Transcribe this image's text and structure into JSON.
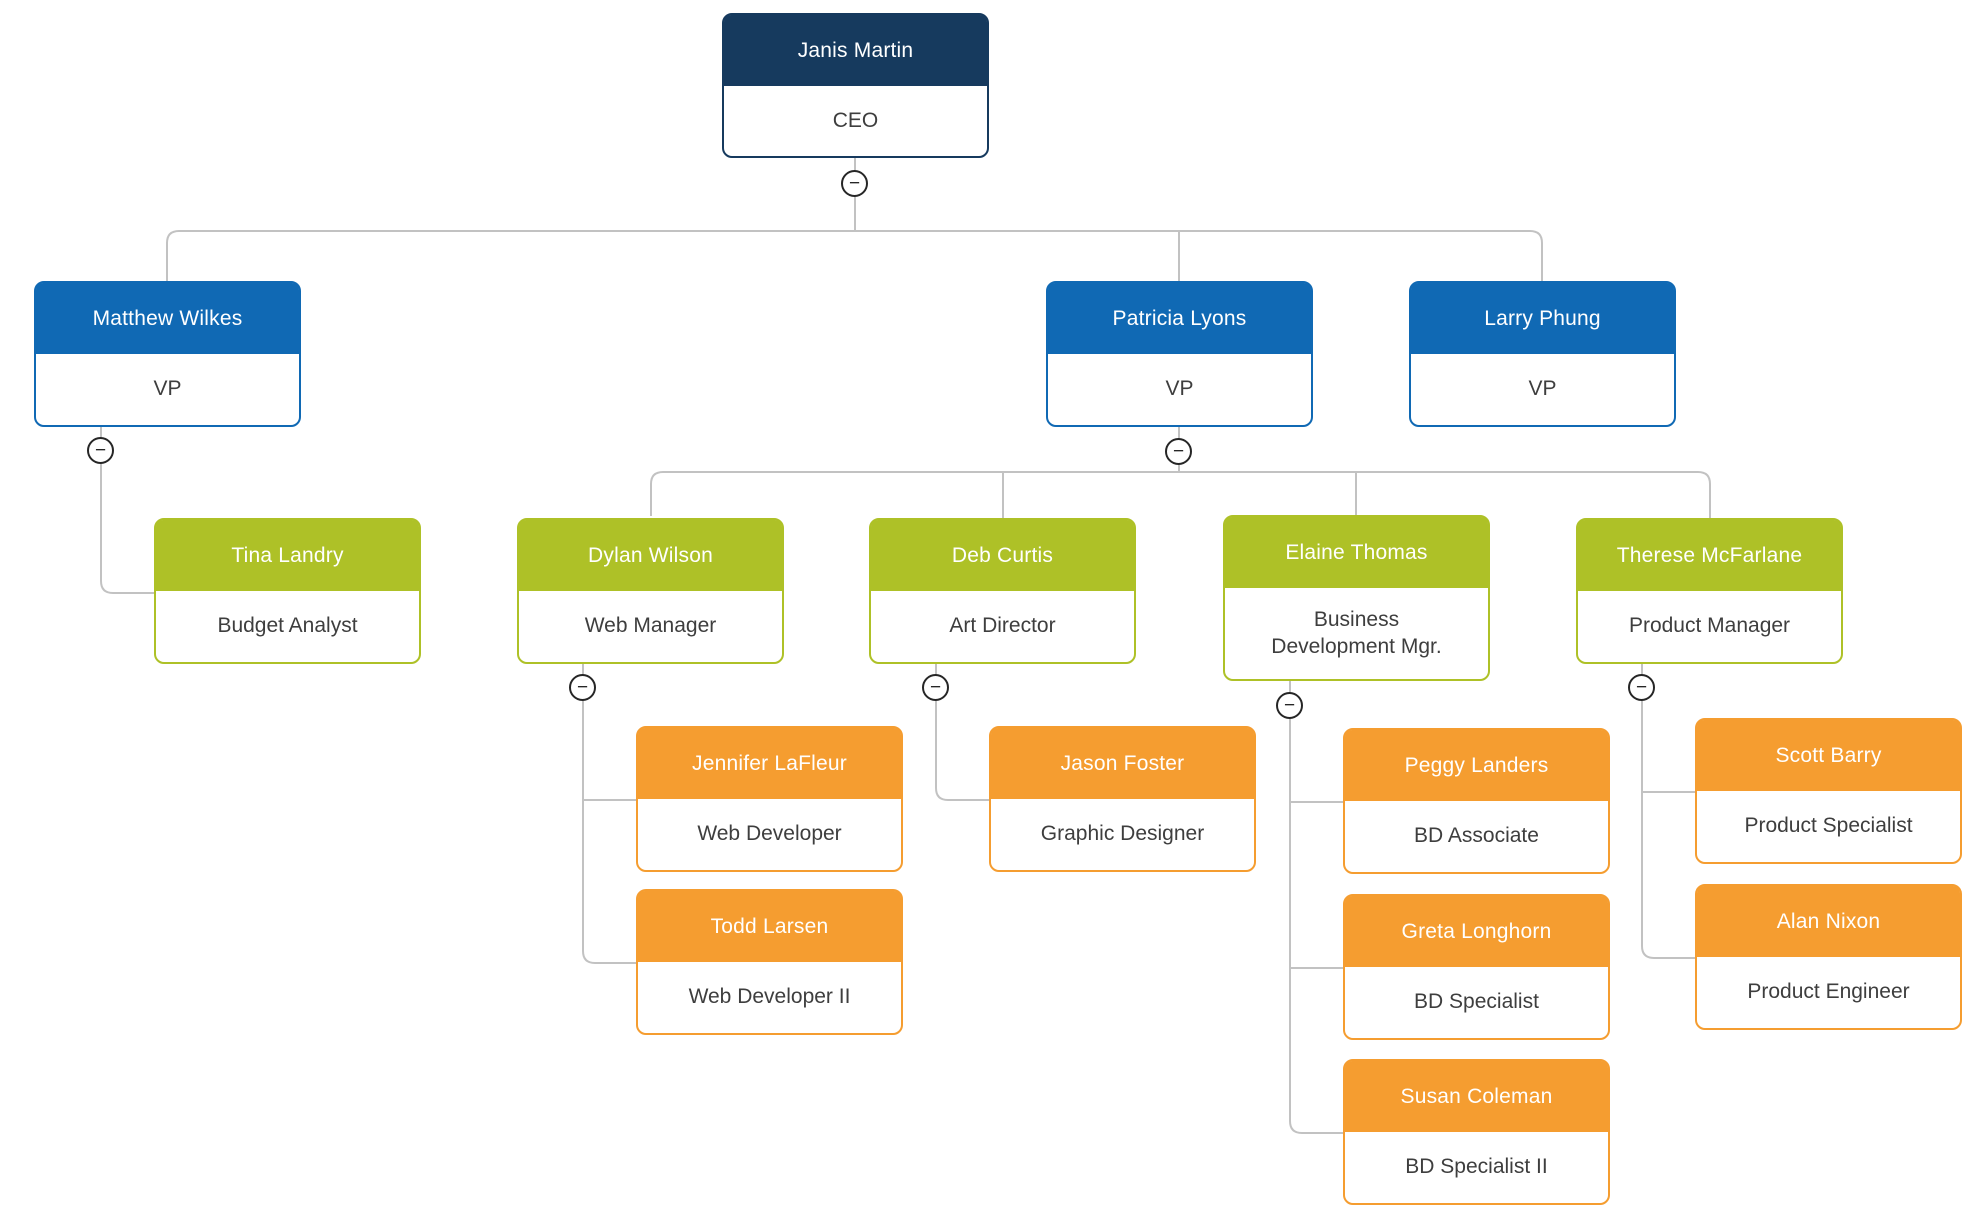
{
  "colors": {
    "level1_header": "#163a5e",
    "level2_header": "#1069b4",
    "level3_header": "#aec127",
    "level4_header": "#f59d30",
    "connector_line": "#c2c2c2",
    "collapse_button_border": "#262626",
    "body_text": "#3e3e3e",
    "header_text": "#ffffff",
    "background": "#ffffff"
  },
  "icons": {
    "collapse_glyph": "−"
  },
  "nodes": [
    {
      "name": "Janis Martin",
      "title": "CEO",
      "level": 1,
      "reports_to": null
    },
    {
      "name": "Matthew Wilkes",
      "title": "VP",
      "level": 2,
      "reports_to": "Janis Martin"
    },
    {
      "name": "Patricia Lyons",
      "title": "VP",
      "level": 2,
      "reports_to": "Janis Martin"
    },
    {
      "name": "Larry Phung",
      "title": "VP",
      "level": 2,
      "reports_to": "Janis Martin"
    },
    {
      "name": "Tina Landry",
      "title": "Budget Analyst",
      "level": 3,
      "reports_to": "Matthew Wilkes"
    },
    {
      "name": "Dylan Wilson",
      "title": "Web Manager",
      "level": 3,
      "reports_to": "Patricia Lyons"
    },
    {
      "name": "Deb Curtis",
      "title": "Art Director",
      "level": 3,
      "reports_to": "Patricia Lyons"
    },
    {
      "name": "Elaine Thomas",
      "title": "Business\nDevelopment Mgr.",
      "level": 3,
      "reports_to": "Patricia Lyons"
    },
    {
      "name": "Therese McFarlane",
      "title": "Product Manager",
      "level": 3,
      "reports_to": "Patricia Lyons"
    },
    {
      "name": "Jennifer LaFleur",
      "title": "Web Developer",
      "level": 4,
      "reports_to": "Dylan Wilson"
    },
    {
      "name": "Todd Larsen",
      "title": "Web Developer II",
      "level": 4,
      "reports_to": "Dylan Wilson"
    },
    {
      "name": "Jason Foster",
      "title": "Graphic Designer",
      "level": 4,
      "reports_to": "Deb Curtis"
    },
    {
      "name": "Peggy Landers",
      "title": "BD Associate",
      "level": 4,
      "reports_to": "Elaine Thomas"
    },
    {
      "name": "Greta Longhorn",
      "title": "BD Specialist",
      "level": 4,
      "reports_to": "Elaine Thomas"
    },
    {
      "name": "Susan Coleman",
      "title": "BD Specialist II",
      "level": 4,
      "reports_to": "Elaine Thomas"
    },
    {
      "name": "Scott Barry",
      "title": "Product Specialist",
      "level": 4,
      "reports_to": "Therese McFarlane"
    },
    {
      "name": "Alan Nixon",
      "title": "Product Engineer",
      "level": 4,
      "reports_to": "Therese McFarlane"
    }
  ]
}
